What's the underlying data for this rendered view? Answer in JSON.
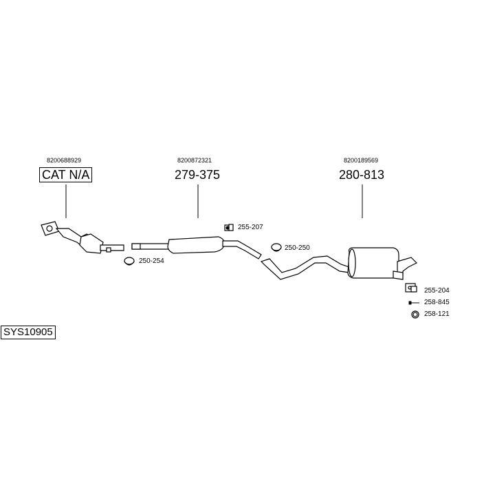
{
  "system_code": "SYS10905",
  "sections": [
    {
      "oe_number": "8200688929",
      "part_number": "CAT N/A"
    },
    {
      "oe_number": "8200872321",
      "part_number": "279-375"
    },
    {
      "oe_number": "8200189569",
      "part_number": "280-813"
    }
  ],
  "accessories": [
    {
      "part_number": "255-207"
    },
    {
      "part_number": "250-254"
    },
    {
      "part_number": "250-250"
    },
    {
      "part_number": "255-204"
    },
    {
      "part_number": "258-845"
    },
    {
      "part_number": "258-121"
    }
  ],
  "colors": {
    "line": "#000000",
    "background": "#ffffff"
  }
}
